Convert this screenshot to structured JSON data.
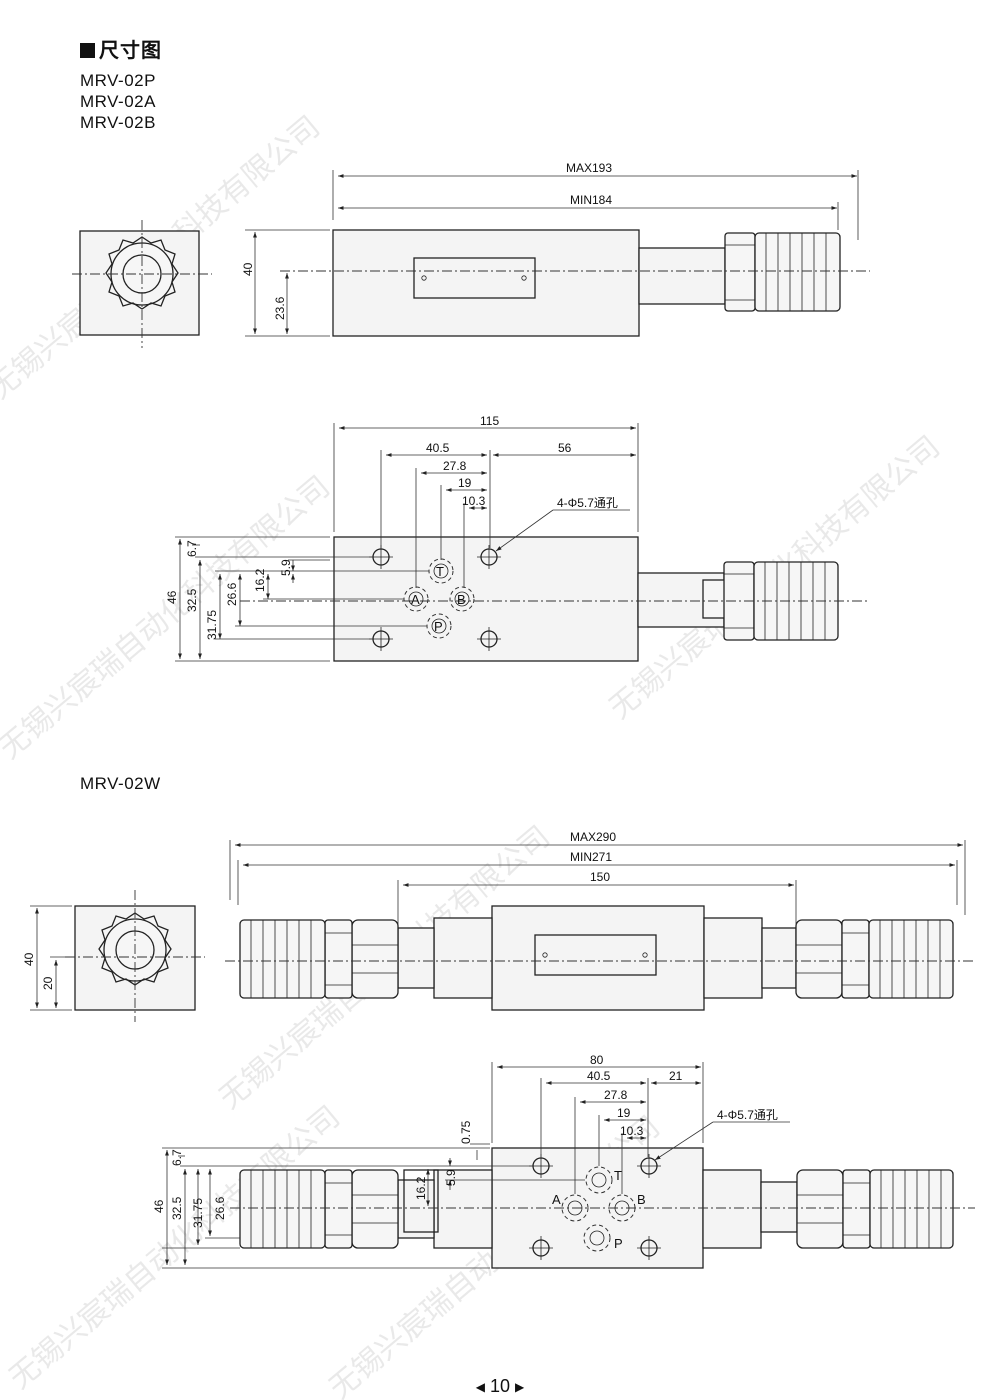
{
  "header": {
    "title": "尺寸图"
  },
  "models_top": [
    "MRV-02P",
    "MRV-02A",
    "MRV-02B"
  ],
  "model_bottom": "MRV-02W",
  "top_side": {
    "max_len": "MAX193",
    "min_len": "MIN184",
    "height": "40",
    "center_h": "23.6"
  },
  "top_plan": {
    "d115": "115",
    "d40_5": "40.5",
    "d56": "56",
    "d27_8": "27.8",
    "d19": "19",
    "d10_3": "10.3",
    "holes": "4-Φ5.7通孔",
    "v46": "46",
    "v32_5": "32.5",
    "v31_75": "31.75",
    "v26_6": "26.6",
    "v16_2": "16.2",
    "v5_9": "5.9",
    "v6_7": "6.7",
    "ports": {
      "t": "T",
      "a": "A",
      "b": "B",
      "p": "P"
    }
  },
  "bottom_side": {
    "max_len": "MAX290",
    "min_len": "MIN271",
    "mid_len": "150",
    "height": "40",
    "center_h": "20"
  },
  "bottom_plan": {
    "d80": "80",
    "d40_5": "40.5",
    "d21": "21",
    "d27_8": "27.8",
    "d19": "19",
    "d10_3": "10.3",
    "d0_75": "0.75",
    "holes": "4-Φ5.7通孔",
    "v46": "46",
    "v32_5": "32.5",
    "v31_75": "31.75",
    "v26_6": "26.6",
    "v16_2": "16.2",
    "v5_9": "5.9",
    "v6_7": "6.7",
    "ports": {
      "t": "T",
      "a": "A",
      "b": "B",
      "p": "P"
    }
  },
  "watermark": "无锡兴宸瑞自动化科技有限公司",
  "page_number": "10"
}
